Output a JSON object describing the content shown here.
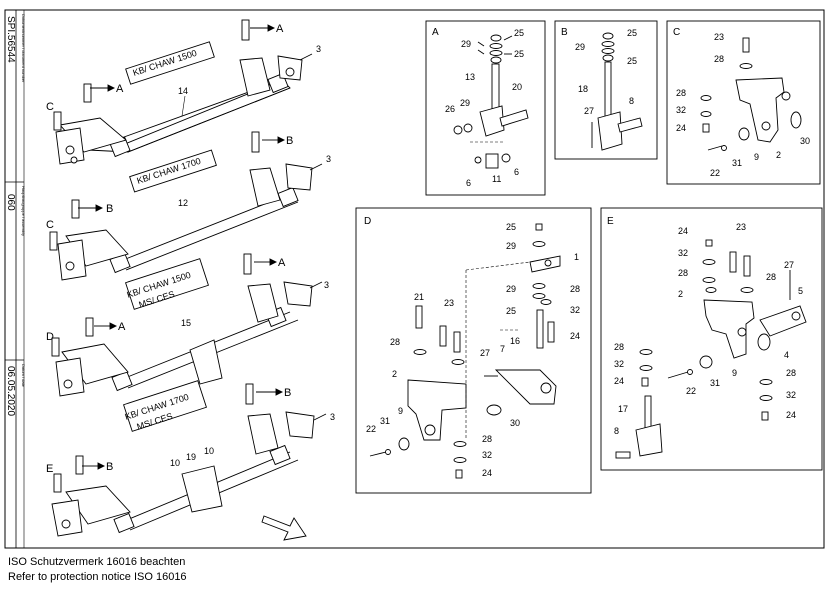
{
  "title_block": {
    "doc_caption": "Dokumentnummer / document number",
    "doc_number": "SPI.56544",
    "group_caption": "Hauptbaugruppe / assembly",
    "group_number": "060",
    "date_caption": "Datum / date",
    "date": "06.05.2020"
  },
  "assemblies": [
    {
      "variant": "KB/ CHAW 1500",
      "callouts": [
        "A",
        "A",
        "C"
      ],
      "numbers": [
        "3",
        "14"
      ]
    },
    {
      "variant": "KB/ CHAW 1700",
      "callouts": [
        "B",
        "B",
        "C"
      ],
      "numbers": [
        "3",
        "12"
      ]
    },
    {
      "variant": "KB/ CHAW 1500 MS/ CES",
      "variant_line1": "KB/ CHAW 1500",
      "variant_line2": "MS/ CES",
      "callouts": [
        "A",
        "A",
        "D"
      ],
      "numbers": [
        "3",
        "15"
      ]
    },
    {
      "variant": "KB/ CHAW 1700 MS/ CES",
      "variant_line1": "KB/ CHAW 1700",
      "variant_line2": "MS/ CES",
      "callouts": [
        "B",
        "B",
        "E"
      ],
      "numbers": [
        "3",
        "10",
        "19",
        "10"
      ]
    }
  ],
  "detail_panels": [
    {
      "letter": "A",
      "parts": [
        "25",
        "29",
        "25",
        "13",
        "20",
        "26",
        "29",
        "6",
        "11",
        "6"
      ]
    },
    {
      "letter": "B",
      "parts": [
        "29",
        "25",
        "25",
        "18",
        "27",
        "8"
      ]
    },
    {
      "letter": "C",
      "parts": [
        "23",
        "28",
        "28",
        "32",
        "24",
        "30",
        "22",
        "31",
        "9",
        "2"
      ]
    },
    {
      "letter": "D",
      "parts": [
        "25",
        "29",
        "1",
        "29",
        "28",
        "21",
        "23",
        "25",
        "32",
        "28",
        "16",
        "24",
        "27",
        "7",
        "2",
        "9",
        "31",
        "22",
        "30",
        "28",
        "32",
        "24"
      ]
    },
    {
      "letter": "E",
      "parts": [
        "24",
        "23",
        "32",
        "27",
        "28",
        "28",
        "5",
        "2",
        "28",
        "4",
        "32",
        "9",
        "24",
        "22",
        "31",
        "28",
        "17",
        "32",
        "24",
        "8"
      ]
    }
  ],
  "footer": {
    "line1": "ISO Schutzvermerk 16016 beachten",
    "line2": "Refer to protection notice ISO 16016"
  }
}
